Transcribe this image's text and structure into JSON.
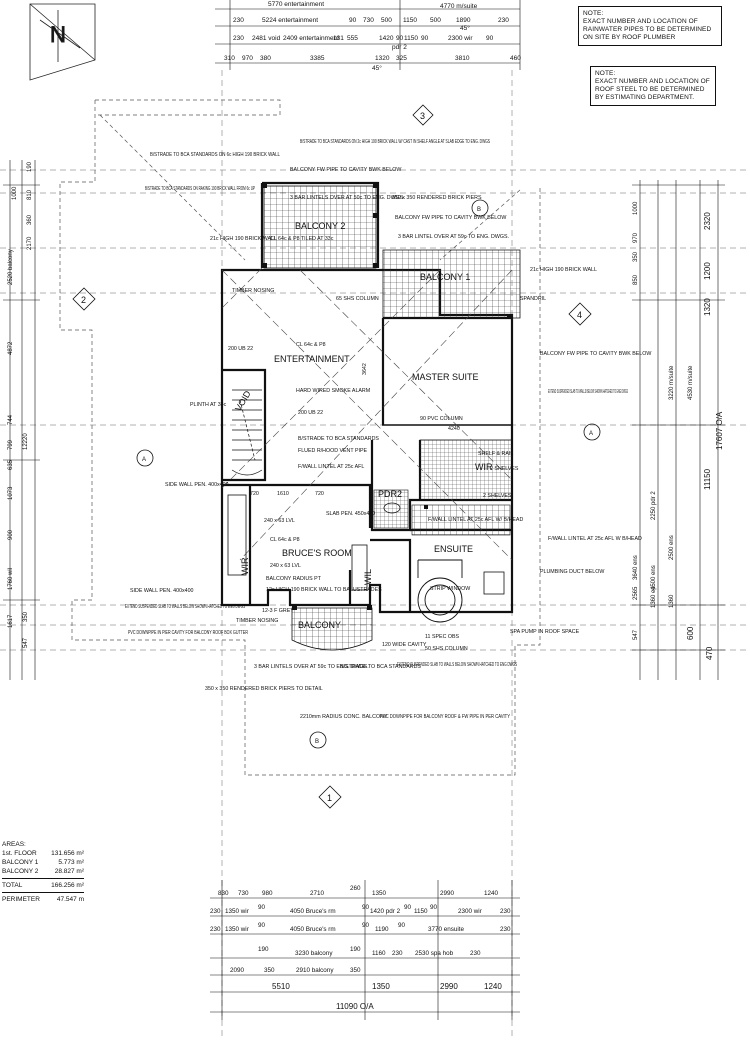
{
  "notes": {
    "rainwater": [
      "NOTE:",
      "EXACT NUMBER AND LOCATION OF",
      "RAINWATER PIPES TO BE DETERMINED",
      "ON SITE BY ROOF PLUMBER"
    ],
    "roof_steel": [
      "NOTE:",
      "EXACT NUMBER AND LOCATION OF",
      "ROOF STEEL TO BE DETERMINED",
      "BY ESTIMATING DEPARTMENT."
    ]
  },
  "rooms": {
    "balcony2": "BALCONY 2",
    "balcony1": "BALCONY 1",
    "entertainment": "ENTERTAINMENT",
    "master_suite": "MASTER SUITE",
    "void": "VOID",
    "wir_master": "WIR",
    "pdr2": "PDR2",
    "ensuite": "ENSUITE",
    "bruces_room": "BRUCE'S ROOM",
    "wir_bruce": "WIR",
    "wil": "WIL",
    "balcony": "BALCONY"
  },
  "section_markers": {
    "m1": "1",
    "m2": "2",
    "m3": "3",
    "m4": "4",
    "a": "A",
    "b": "B"
  },
  "top_dims": {
    "row1": [
      "5770 entertainment",
      "4770 m/suite"
    ],
    "row2": [
      "230",
      "5224 entertainment",
      "90",
      "730",
      "500",
      "1150",
      "500",
      "1890",
      "230"
    ],
    "row3": [
      "230",
      "2481 void",
      "2409 entertainment",
      "131",
      "555",
      "1420",
      "90",
      "1150",
      "90",
      "2300 wir",
      "90"
    ],
    "row4": [
      "310",
      "970",
      "380",
      "3385",
      "1320",
      "325",
      "3810",
      "460"
    ],
    "small": [
      "pdr 2",
      "45°",
      "45°"
    ]
  },
  "right_dims": [
    "1000",
    "970",
    "350",
    "850",
    "2320",
    "1200",
    "1320",
    "17607 O/A",
    "11150",
    "2250 pdr 2",
    "3220 m/suite",
    "4530 m/suite",
    "2500 ens",
    "3640 ens",
    "4500 ens",
    "2565",
    "1360 ep",
    "1360",
    "547",
    "470",
    "600"
  ],
  "left_dims": [
    "190",
    "1000",
    "810",
    "360",
    "2170",
    "2520 balcony",
    "4872",
    "744",
    "799",
    "12220",
    "635",
    "1073",
    "900",
    "1760 wil",
    "1617",
    "350",
    "547"
  ],
  "annotations": [
    "B/STRADE TO BCA STANDARDS ON 6c HIGH 190 BRICK WALL",
    "B/STRADE TO BCA STANDARDS ON RAKING 190 BRICK WALL FROM 6c UP",
    "BALCONY FW PIPE TO CAVITY BWK BELOW",
    "3 BAR LINTELS OVER AT 50c TO ENG. DWGS.",
    "350 x 350 RENDERED BRICK PIERS",
    "B/STRADE TO BCA STANDARDS ON 2c HIGH 190 BRICK WALL W/ CAST IN SHELF ANGLE AT SLAB EDGE TO ENG. DWGS",
    "BALCONY FW PIPE TO CAVITY BWK BELOW",
    "21c HIGH 190 BRICK WALL",
    "CL 64c & P8 TILED AT 33c",
    "3 BAR LINTEL OVER AT 59c TO ENG. DWGS.",
    "21c HIGH 190 BRICK WALL",
    "SPANDRIL",
    "TIMBER NOSING",
    "65 SHS COLUMN",
    "200 UB 22",
    "CL 64c & P8",
    "HARD WIRED SMOKE ALARM",
    "BALCONY FW PIPE TO CAVITY BWK BELOW",
    "EXTEND SUSPENDED SLAB TO WALLS BELOW SHOWN HATCHED TO ENG DWGS",
    "PLINTH AT 34c",
    "200 UB 22",
    "B/STRADE TO BCA STANDARDS",
    "FLUED R/HOOD VENT PIPE",
    "F/WALL LINTEL AT 25c AFL",
    "90 PVC COLUMN",
    "SHELF & RAIL",
    "SIDE WALL PEN. 400x400",
    "SLAB PEN. 450x450",
    "CL 64c & P8",
    "F/WALL LINTEL AT 25c AFL W B/HEAD",
    "240 x 63 LVL",
    "F/WALL LINTEL AT 25c AFL W/ B/HEAD",
    "PLUMBING DUCT BELOW",
    "BALCONY RADIUS PT",
    "12c HIGH 190 BRICK WALL TO BALUSTRADES",
    "SIDE WALL PEN. 400x400",
    "EXTEND SUSPENDED SLAB TO WALLS BELOW SHOWN HATCHED TO ENG DWGS",
    "PVC DOWNPIPE IN PIER CAVITY FOR BALCONY ROOF BOX GUTTER",
    "TIMBER NOSING",
    "12-3 F GREY",
    "SPA PUMP IN ROOF SPACE",
    "3 BAR LINTELS OVER AT 59c TO ENG. DWGS.",
    "350 x 350 RENDERED BRICK PIERS TO DETAIL",
    "B/STRADE TO BCA STANDARDS",
    "120 WIDE CAVITY",
    "50 SHS COLUMN",
    "EXTEND SUSPENDED SLAB TO WALLS BELOW SHOWN HATCHED TO ENG DWGS",
    "2210mm RADIUS CONC. BALCONY",
    "PVC DOWNPIPE FOR BALCONY ROOF & FW PIPE IN PER CAVITY",
    "11 SPEC OBS",
    "STRIP WINDOW",
    "240 x 63 LVL",
    "1610",
    "720",
    "3642",
    "4240",
    "2 SHELVES",
    "2 SHELVES",
    "720"
  ],
  "areas": {
    "title": "AREAS:",
    "rows": [
      {
        "label": "1st. FLOOR",
        "value": "131.656 m²"
      },
      {
        "label": "BALCONY 1",
        "value": "5.773 m²"
      },
      {
        "label": "BALCONY 2",
        "value": "28.827 m²"
      }
    ],
    "total_label": "TOTAL",
    "total_value": "166.256 m²",
    "perimeter_label": "PERIMETER",
    "perimeter_value": "47.547 m"
  },
  "bottom_dims": {
    "row1": [
      "830",
      "730",
      "980",
      "2710",
      "260",
      "1350",
      "2990",
      "1240"
    ],
    "row2": [
      "230",
      "1350 wir",
      "90",
      "4050 Bruce's rm",
      "90",
      "1420 pdr 2",
      "90",
      "1150",
      "90",
      "2300 wir",
      "230"
    ],
    "row3": [
      "230",
      "1350 wir",
      "90",
      "4050 Bruce's rm",
      "90",
      "1190",
      "90",
      "3770 ensuite",
      "230"
    ],
    "row4": [
      "190",
      "3230 balcony",
      "190",
      "1160",
      "230",
      "2530 spa hob",
      "230"
    ],
    "row5": [
      "2090",
      "350",
      "2910 balcony",
      "350"
    ],
    "row6": [
      "5510",
      "1350",
      "2990",
      "1240"
    ],
    "overall": "11090 O/A"
  }
}
